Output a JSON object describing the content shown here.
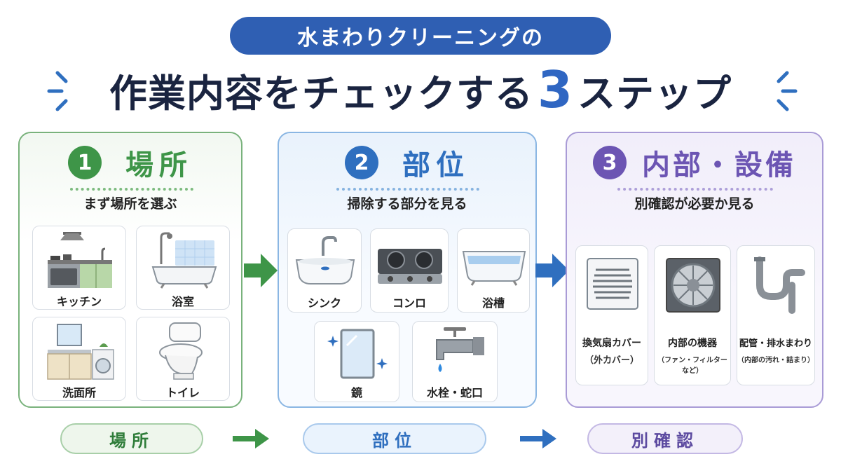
{
  "header": {
    "pill": "水まわりクリーニングの",
    "title_before": "作業内容をチェックする",
    "title_number": "3",
    "title_after": "ステップ"
  },
  "steps": [
    {
      "number": "1",
      "title": "場所",
      "subtitle": "まず場所を選ぶ",
      "color": "#3e9548",
      "items": [
        "キッチン",
        "浴室",
        "洗面所",
        "トイレ"
      ]
    },
    {
      "number": "2",
      "title": "部位",
      "subtitle": "掃除する部分を見る",
      "color": "#2f6fbf",
      "items": [
        "シンク",
        "コンロ",
        "浴槽",
        "鏡",
        "水栓・蛇口"
      ]
    },
    {
      "number": "3",
      "title": "内部・設備",
      "subtitle": "別確認が必要か見る",
      "color": "#6c55b3",
      "items": [
        {
          "label": "換気扇カバー",
          "note": "（外カバー）"
        },
        {
          "label": "内部の機器",
          "note": "（ファン・フィルターなど）"
        },
        {
          "label": "配管・排水まわり",
          "note": "（内部の汚れ・詰まり）"
        }
      ]
    }
  ],
  "footer": [
    "場所",
    "部位",
    "別確認"
  ],
  "colors": {
    "green": "#3e9548",
    "blue": "#2f6fbf",
    "purple": "#6c55b3",
    "navy": "#2f5fb3"
  }
}
